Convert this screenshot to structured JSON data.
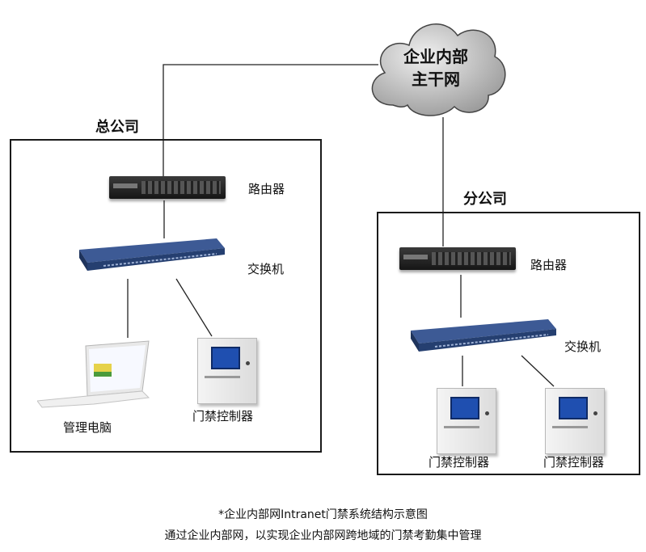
{
  "cloud": {
    "line1": "企业内部",
    "line2": "主干网"
  },
  "hq": {
    "title": "总公司",
    "router_label": "路由器",
    "switch_label": "交换机",
    "pc_label": "管理电脑",
    "controller_label": "门禁控制器"
  },
  "branch": {
    "title": "分公司",
    "router_label": "路由器",
    "switch_label": "交换机",
    "controller1_label": "门禁控制器",
    "controller2_label": "门禁控制器"
  },
  "caption": {
    "line1": "*企业内部网Intranet门禁系统结构示意图",
    "line2": "通过企业内部网，以实现企业内部网跨地域的门禁考勤集中管理"
  },
  "colors": {
    "line": "#222222",
    "switch": "#2e4a80",
    "screen": "#1f4fb0"
  }
}
